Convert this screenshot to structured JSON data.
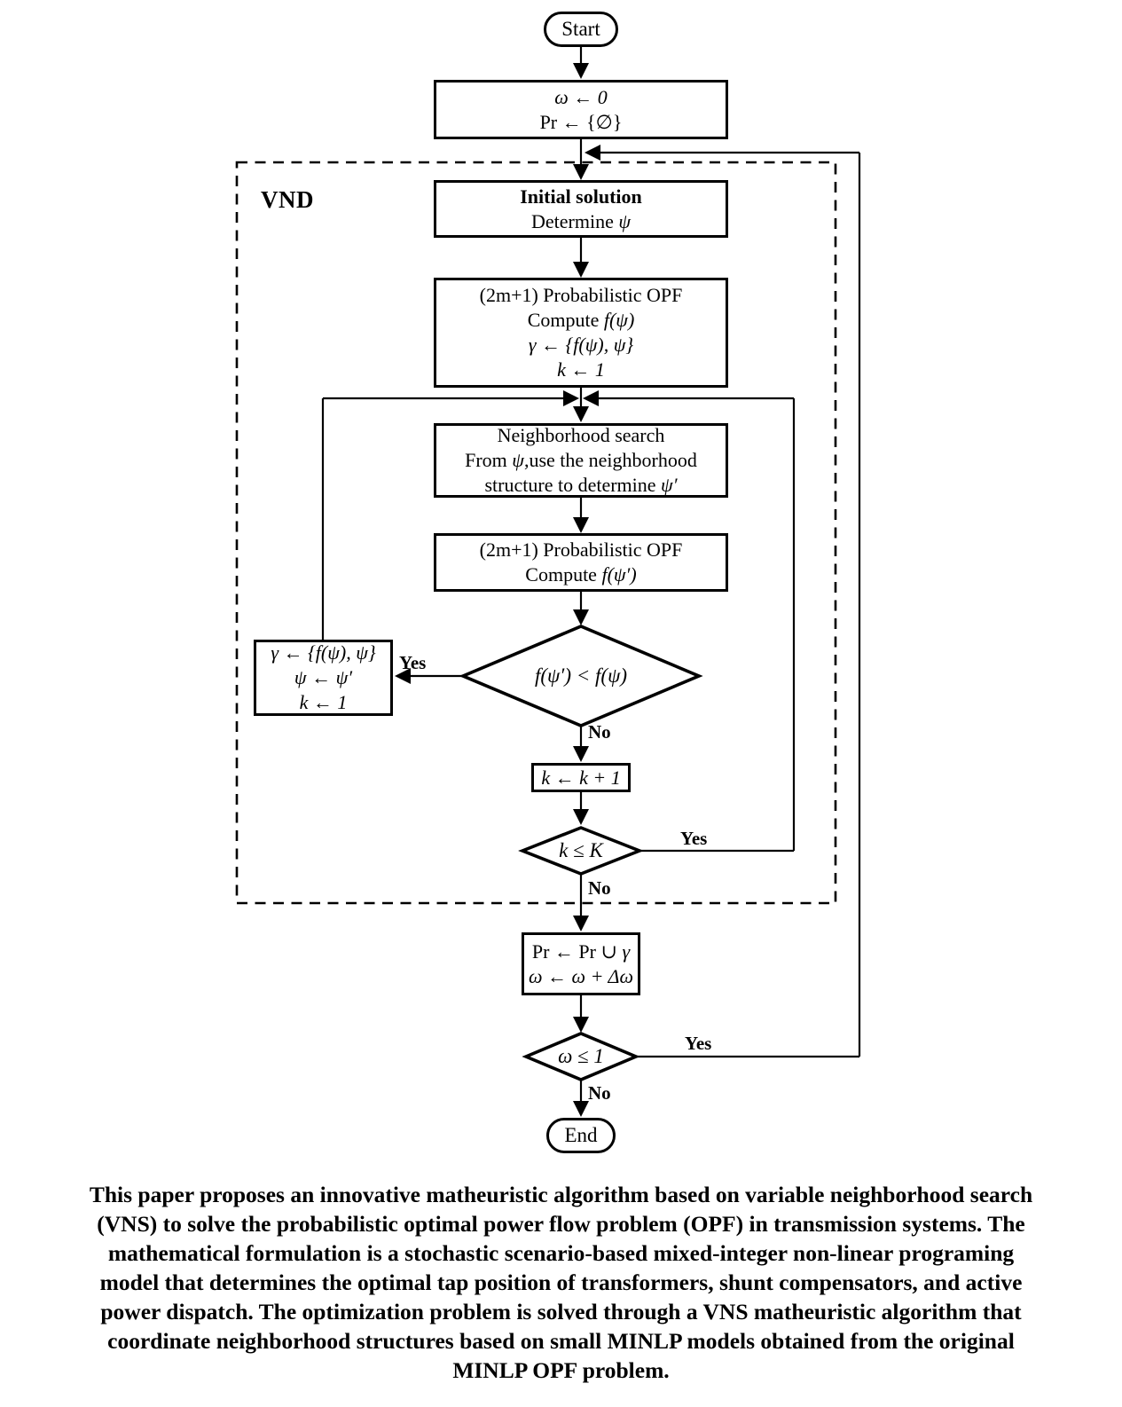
{
  "flowchart": {
    "vnd_label": "VND",
    "start": {
      "lines": [
        "Start"
      ]
    },
    "init_vars": {
      "lines": [
        {
          "t": "ω ← 0",
          "i": 1
        },
        "Pr ← {∅}"
      ]
    },
    "initial_solution": {
      "lines": [
        {
          "t": "Initial solution",
          "b": 1
        },
        [
          {
            "t": "Determine "
          },
          {
            "t": "ψ",
            "i": 1
          }
        ]
      ]
    },
    "opf1": {
      "lines": [
        "(2m+1) Probabilistic OPF",
        [
          {
            "t": "Compute "
          },
          {
            "t": "f(ψ)",
            "i": 1
          }
        ],
        {
          "t": "γ ← {f(ψ), ψ}",
          "i": 1
        },
        {
          "t": "k ← 1",
          "i": 1
        }
      ]
    },
    "neighborhood": {
      "lines": [
        "Neighborhood search",
        [
          {
            "t": "From "
          },
          {
            "t": "ψ",
            "i": 1
          },
          {
            "t": ",use the neighborhood"
          }
        ],
        [
          {
            "t": "structure to determine "
          },
          {
            "t": "ψ′",
            "i": 1
          }
        ]
      ]
    },
    "opf2": {
      "lines": [
        "(2m+1) Probabilistic OPF",
        [
          {
            "t": "Compute "
          },
          {
            "t": "f(ψ′)",
            "i": 1
          }
        ]
      ]
    },
    "decision_improvement": {
      "lines": [
        {
          "t": "f(ψ′) < f(ψ)",
          "i": 1
        }
      ]
    },
    "update_incumbent": {
      "lines": [
        {
          "t": "γ ←  {f(ψ), ψ}",
          "i": 1
        },
        {
          "t": "ψ ← ψ′",
          "i": 1
        },
        {
          "t": "k ← 1",
          "i": 1
        }
      ]
    },
    "increment_k": {
      "lines": [
        {
          "t": "k ← k + 1",
          "i": 1
        }
      ]
    },
    "decision_k": {
      "lines": [
        {
          "t": "k ≤ K",
          "i": 1
        }
      ]
    },
    "update_pr": {
      "lines": [
        [
          {
            "t": "Pr ← Pr ∪ "
          },
          {
            "t": "γ",
            "i": 1
          }
        ],
        {
          "t": "ω ← ω + Δω",
          "i": 1
        }
      ]
    },
    "decision_omega": {
      "lines": [
        {
          "t": "ω ≤ 1",
          "i": 1
        }
      ]
    },
    "end": {
      "lines": [
        "End"
      ]
    },
    "branch_labels": {
      "improve_yes": "Yes",
      "improve_no": "No",
      "k_yes": "Yes",
      "k_no": "No",
      "omega_yes": "Yes",
      "omega_no": "No"
    }
  },
  "caption": {
    "lines": [
      "This paper proposes an innovative matheuristic algorithm based on variable neighborhood search",
      "(VNS) to solve the probabilistic optimal power flow problem (OPF) in transmission systems. The",
      "mathematical formulation is a stochastic scenario-based mixed-integer non-linear programing",
      "model that determines the optimal tap position of transformers, shunt compensators, and active",
      "power dispatch. The optimization problem is solved through a VNS matheuristic algorithm that",
      "coordinate neighborhood structures based on small MINLP models obtained from the original",
      "MINLP OPF problem."
    ]
  }
}
